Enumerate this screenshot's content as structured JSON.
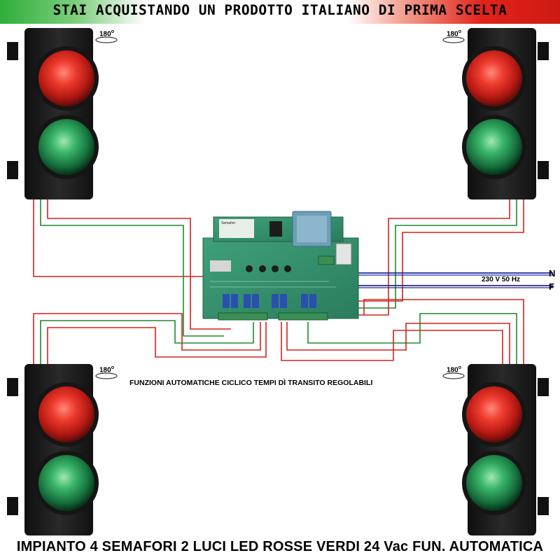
{
  "banner": {
    "text": "STAI ACQUISTANDO UN PRODOTTO ITALIANO DI PRIMA SCELTA",
    "colors": {
      "green": "#2fae3a",
      "white": "#ffffff",
      "red": "#e2231a"
    }
  },
  "footer": {
    "text": "IMPIANTO 4 SEMAFORI 2 LUCI LED ROSSE VERDI 24 Vac FUN. AUTOMATICA"
  },
  "diagram": {
    "function_label": "FUNZIONI AUTOMATICHE CICLICO TEMPI DÌ TRANSITO REGOLABILI",
    "power_label": "230 V 50 Hz",
    "terminal_n": "N",
    "terminal_f": "F",
    "board_label": "Semafori",
    "traffic_lights": [
      {
        "name": "top-left",
        "rotation": "180",
        "lights": [
          "red",
          "green"
        ]
      },
      {
        "name": "top-right",
        "rotation": "180",
        "lights": [
          "red",
          "green"
        ]
      },
      {
        "name": "bottom-left",
        "rotation": "180",
        "lights": [
          "red",
          "green"
        ]
      },
      {
        "name": "bottom-right",
        "rotation": "180",
        "lights": [
          "red",
          "green"
        ]
      }
    ],
    "wire_colors": {
      "red": "#d2231e",
      "green": "#1e8a2e",
      "blue": "#1a2a9a",
      "power": "#2a2a8a"
    }
  }
}
